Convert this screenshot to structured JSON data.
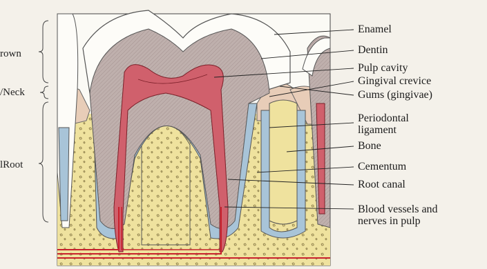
{
  "regions": {
    "crown": "rown",
    "neck": "/Neck",
    "root": "lRoot"
  },
  "labels": {
    "enamel": "Enamel",
    "dentin": "Dentin",
    "pulp_cavity": "Pulp cavity",
    "gingival_crevice": "Gingival crevice",
    "gums": "Gums (gingivae)",
    "periodontal_ligament": "Periodontal ligament",
    "bone": "Bone",
    "cementum": "Cementum",
    "root_canal": "Root canal",
    "blood_vessels": "Blood vessels and nerves in pulp"
  },
  "colors": {
    "dentin": "#b9a9a6",
    "pulp": "#d0606c",
    "bone": "#efe29e",
    "cementum": "#a8c4d8",
    "gum": "#e8cdb8",
    "vessel": "#c8202c",
    "enamel": "#ffffff"
  }
}
